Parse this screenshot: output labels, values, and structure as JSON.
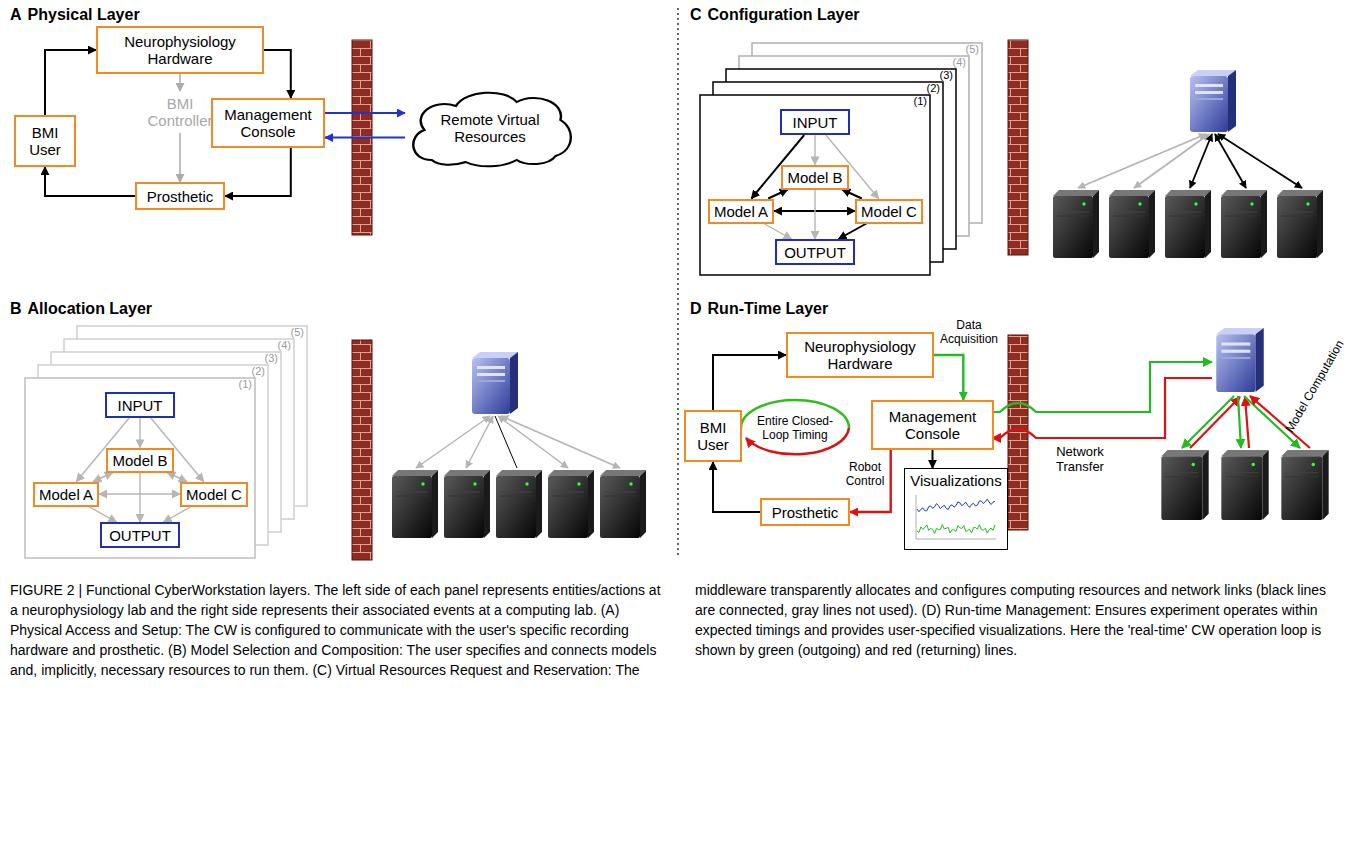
{
  "diagram": {
    "caption": "FIGURE 2 | Functional CyberWorkstation layers. The left side of each panel represents entities/actions at a neurophysiology lab and the right side represents their associated events at a computing lab. (A) Physical Access and Setup: The CW is configured to communicate with the user's specific recording hardware and prosthetic. (B) Model Selection and Composition: The user specifies and connects models and, implicitly, necessary resources to run them. (C) Virtual Resources Request and Reservation: The middleware transparently allocates and configures computing resources and network links (black lines are connected, gray lines not used). (D) Run-time Management: Ensures experiment operates within expected timings and provides user-specified visualizations. Here the 'real-time' CW operation loop is shown by green (outgoing) and red (returning) lines.",
    "nodes": [
      {
        "text": [
          "Neurophysiology Hardware"
        ]
      },
      {
        "text": [
          "BMI Controller"
        ]
      },
      {
        "text": [
          "Management Console"
        ]
      },
      {
        "text": [
          "BMI User"
        ]
      },
      {
        "text": [
          "Prosthetic"
        ]
      },
      {
        "text": [
          "Remote Virtual Resources"
        ]
      },
      {
        "text": [
          "(1)"
        ]
      },
      {
        "text": [
          "INPUT"
        ],
        "in": 6
      },
      {
        "text": [
          "Model B"
        ],
        "in": 6
      },
      {
        "text": [
          "Model A"
        ],
        "in": 6
      },
      {
        "text": [
          "Model C"
        ],
        "in": 6
      },
      {
        "text": [
          "OUTPUT"
        ],
        "in": 6
      },
      {
        "text": [
          "(2)"
        ]
      },
      {
        "text": [
          "(3)"
        ]
      },
      {
        "text": [
          "(4)"
        ]
      },
      {
        "text": [
          "(5)"
        ]
      },
      {
        "text": [
          "(1)"
        ]
      },
      {
        "text": [
          "INPUT"
        ],
        "in": 16
      },
      {
        "text": [
          "Model B"
        ],
        "in": 16
      },
      {
        "text": [
          "Model A"
        ],
        "in": 16
      },
      {
        "text": [
          "Model C"
        ],
        "in": 16
      },
      {
        "text": [
          "OUTPUT"
        ],
        "in": 16
      },
      {
        "text": [
          "(2)"
        ]
      },
      {
        "text": [
          "(3)"
        ]
      },
      {
        "text": [
          "(4)"
        ]
      },
      {
        "text": [
          "(5)"
        ]
      },
      {
        "text": [
          "Neurophysiology Hardware"
        ]
      },
      {
        "text": [
          "Management Console"
        ]
      },
      {
        "text": [
          "BMI User"
        ]
      },
      {
        "text": [
          "Prosthetic"
        ]
      },
      {
        "text": [
          "Visualizations"
        ]
      }
    ],
    "edges": [
      {
        "from": 3,
        "to": 0,
        "arrow": "to"
      },
      {
        "from": 0,
        "to": 2,
        "arrow": "to"
      },
      {
        "from": 2,
        "to": 4,
        "arrow": "to"
      },
      {
        "from": 4,
        "to": 3,
        "arrow": "to"
      },
      {
        "from": 0,
        "to": 1,
        "arrow": "to"
      },
      {
        "from": 1,
        "to": 4,
        "arrow": "to"
      },
      {
        "from": 2,
        "to": 5,
        "arrow": "to"
      },
      {
        "from": 5,
        "to": 2,
        "arrow": "to"
      },
      {
        "from": 7,
        "to": 9,
        "arrow": "to"
      },
      {
        "from": 7,
        "to": 8,
        "arrow": "to"
      },
      {
        "from": 7,
        "to": 10,
        "arrow": "to"
      },
      {
        "from": 9,
        "to": 11,
        "arrow": "to"
      },
      {
        "from": 8,
        "to": 11,
        "arrow": "to"
      },
      {
        "from": 10,
        "to": 11,
        "arrow": "to"
      },
      {
        "from": 9,
        "to": 8,
        "arrow": "both"
      },
      {
        "from": 8,
        "to": 10,
        "arrow": "both"
      },
      {
        "from": 9,
        "to": 10,
        "arrow": "both"
      },
      {
        "from": 17,
        "to": 19,
        "arrow": "to"
      },
      {
        "from": 17,
        "to": 18,
        "arrow": "to"
      },
      {
        "from": 17,
        "to": 20,
        "arrow": "to"
      },
      {
        "from": 19,
        "to": 18,
        "arrow": "to"
      },
      {
        "from": 20,
        "to": 18,
        "arrow": "to"
      },
      {
        "from": 19,
        "to": 20,
        "arrow": "both"
      },
      {
        "from": 20,
        "to": 21,
        "arrow": "to"
      },
      {
        "from": 19,
        "to": 21,
        "arrow": "to"
      },
      {
        "from": 18,
        "to": 21,
        "arrow": "to"
      },
      {
        "from": 28,
        "to": 26,
        "arrow": "to"
      },
      {
        "from": 26,
        "to": 27,
        "label": "Data Acquisition",
        "arrow": "to"
      },
      {
        "from": 27,
        "to": 29,
        "label": "Robot Control",
        "arrow": "to"
      },
      {
        "from": 29,
        "to": 28,
        "arrow": "to"
      },
      {
        "from": 27,
        "to": 30,
        "arrow": "to"
      }
    ],
    "labels": [
      "A",
      "Physical Layer",
      "B",
      "Allocation Layer",
      "C",
      "Configuration Layer",
      "D",
      "Run-Time Layer",
      "Entire Closed-Loop Timing",
      "Network Transfer",
      "Model Computation"
    ]
  }
}
